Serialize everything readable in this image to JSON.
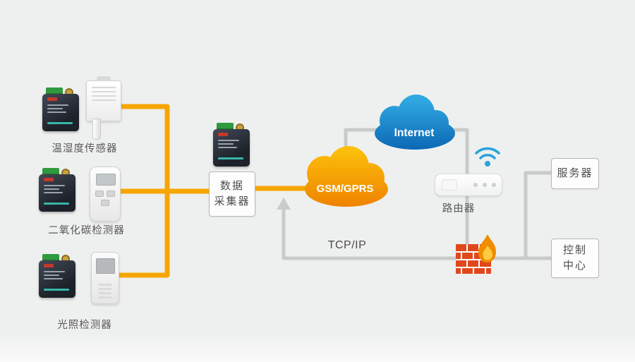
{
  "diagram": {
    "sensors": [
      {
        "label": "温湿度传感器"
      },
      {
        "label": "二氧化碳检测器"
      },
      {
        "label": "光照检测器"
      }
    ],
    "collector": {
      "line1": "数据",
      "line2": "采集器"
    },
    "gsm_label": "GSM/GPRS",
    "internet_label": "Internet",
    "router_label": "路由器",
    "tcpip_label": "TCP/IP",
    "server_label": "服务器",
    "control": {
      "line1": "控制",
      "line2": "中心"
    },
    "colors": {
      "background": "#eef0ef",
      "orange_line": "#f7a600",
      "gray_line": "#c9cbc9",
      "gsm_cloud_top": "#fcbf0a",
      "gsm_cloud_bottom": "#ee8200",
      "internet_cloud_top": "#2fa8e1",
      "internet_cloud_bottom": "#0b66b3",
      "firewall_brick": "#e0481c",
      "flame_outer": "#f08c00",
      "flame_inner": "#ffc940",
      "wifi_blue": "#2ba2dd"
    }
  }
}
